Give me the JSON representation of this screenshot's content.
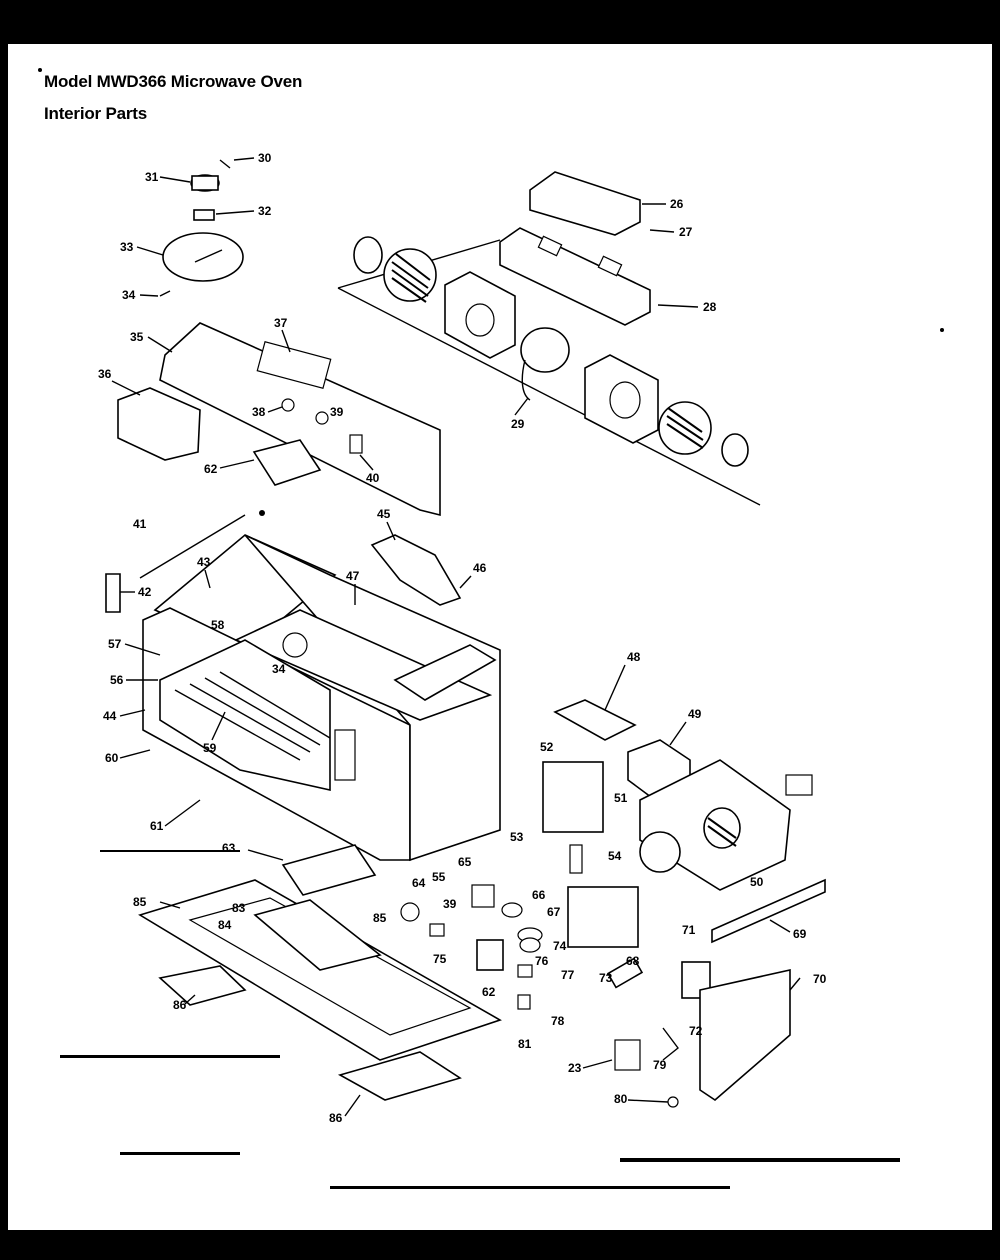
{
  "title": {
    "line1": "Model MWD366 Microwave Oven",
    "line2": "Interior Parts"
  },
  "callouts": [
    "30",
    "31",
    "32",
    "33",
    "34",
    "35",
    "37",
    "36",
    "38",
    "39",
    "62",
    "40",
    "26",
    "27",
    "28",
    "29",
    "41",
    "45",
    "46",
    "43",
    "42",
    "47",
    "58",
    "57",
    "56",
    "34",
    "44",
    "60",
    "59",
    "61",
    "48",
    "49",
    "52",
    "51",
    "54",
    "53",
    "50",
    "63",
    "55",
    "65",
    "66",
    "67",
    "64",
    "39",
    "69",
    "85",
    "83",
    "84",
    "85",
    "74",
    "75",
    "76",
    "77",
    "62",
    "78",
    "68",
    "71",
    "73",
    "72",
    "70",
    "86",
    "81",
    "79",
    "23",
    "80",
    "86"
  ]
}
